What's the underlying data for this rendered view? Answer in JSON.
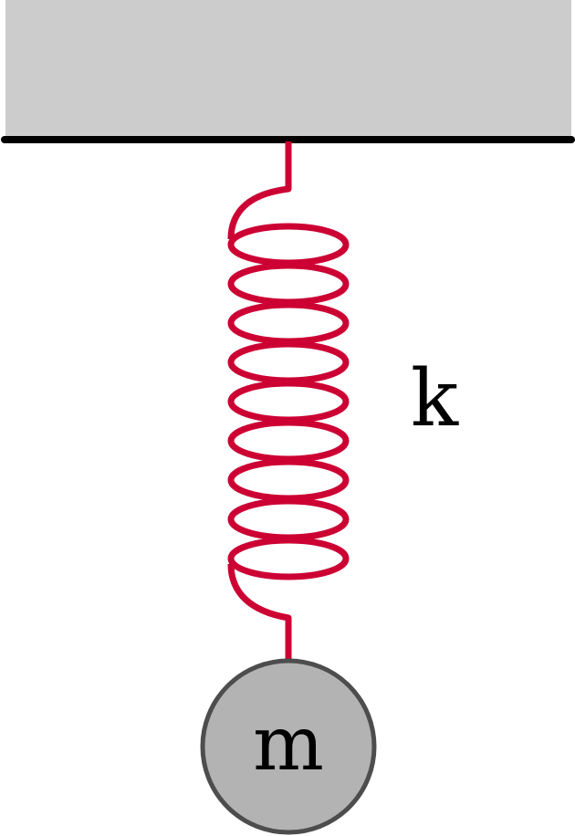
{
  "labels": {
    "spring_constant": "k",
    "mass": "m"
  },
  "colors": {
    "ceiling": "#cccccc",
    "ceiling_edge": "#000000",
    "spring": "#cc0033",
    "mass_fill": "#b3b3b3",
    "mass_stroke": "#4d4d4d"
  },
  "spring": {
    "coils": 9
  }
}
